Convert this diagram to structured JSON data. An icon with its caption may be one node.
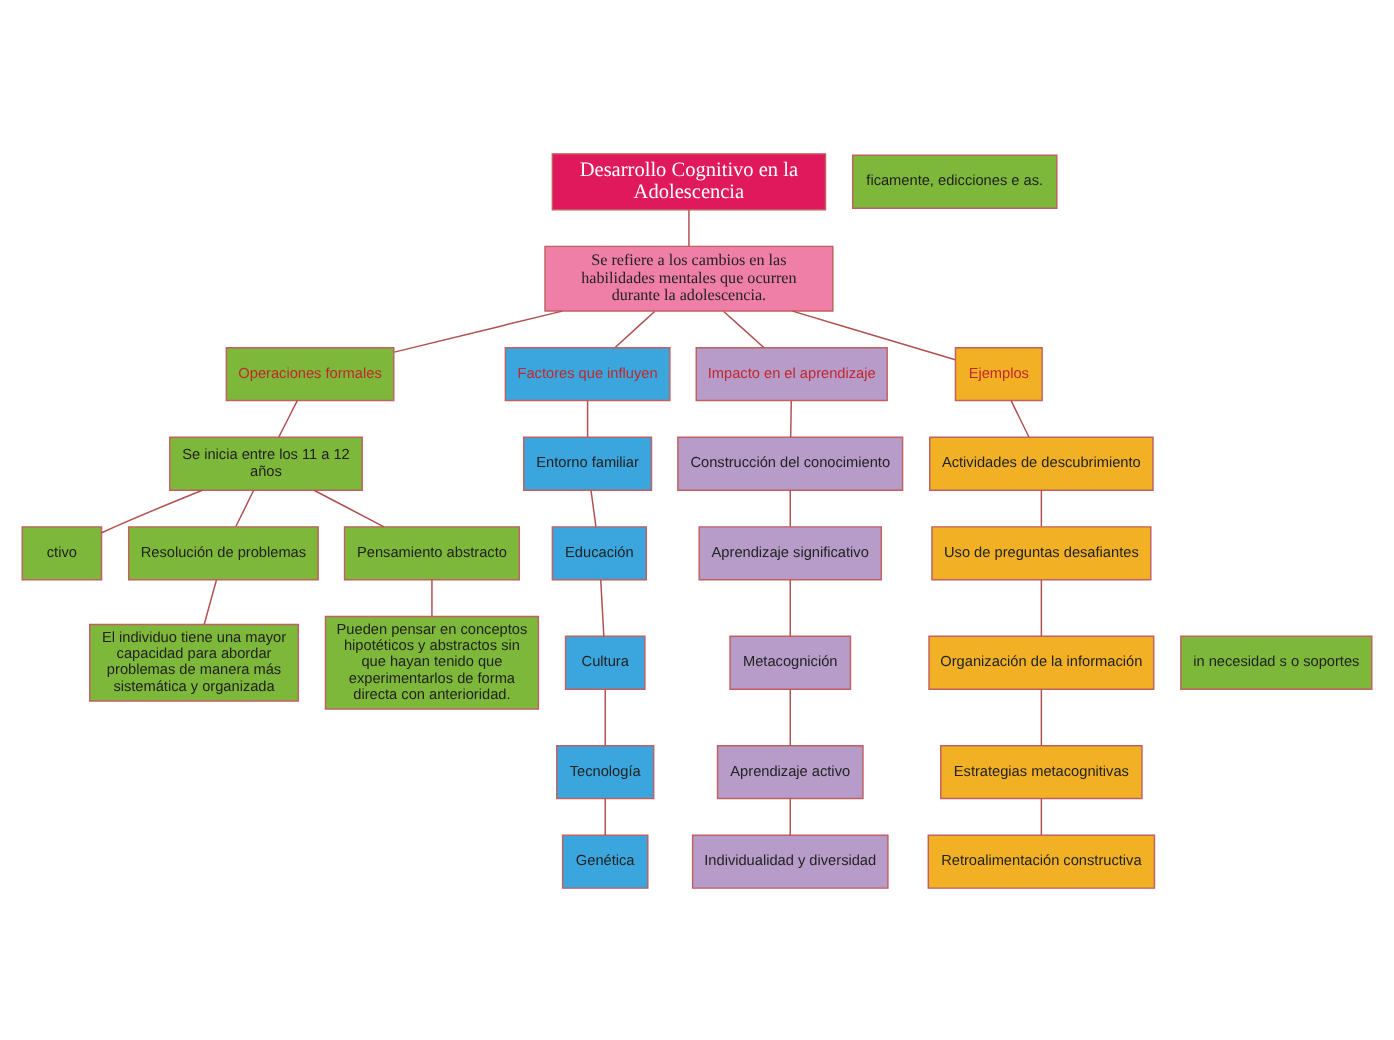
{
  "diagram": {
    "nodes": [
      {
        "text": [
          "Desarrollo Cognitivo en la Adolescencia"
        ]
      },
      {
        "text": [
          "Se refiere a los cambios en las habilidades mentales que ocurren durante la adolescencia."
        ]
      },
      {
        "text": [
          "Operaciones formales"
        ]
      },
      {
        "text": [
          "Se inicia entre los 11 a 12 años"
        ]
      },
      {
        "text": [
          "ctivo"
        ]
      },
      {
        "text": [
          "Resolución de problemas"
        ]
      },
      {
        "text": [
          "Pensamiento abstracto"
        ]
      },
      {
        "text": [
          "in necesidad s o soportes"
        ]
      },
      {
        "text": [
          "ficamente, edicciones e as."
        ]
      },
      {
        "text": [
          "El individuo tiene una mayor capacidad para abordar problemas de manera más sistemática y organizada"
        ]
      },
      {
        "text": [
          "Pueden pensar en conceptos hipotéticos y abstractos sin que hayan tenido que experimentarlos de forma directa con anterioridad."
        ]
      },
      {
        "text": [
          "Factores que influyen"
        ]
      },
      {
        "text": [
          "Entorno familiar"
        ]
      },
      {
        "text": [
          "Educación"
        ]
      },
      {
        "text": [
          "Cultura"
        ]
      },
      {
        "text": [
          "Tecnología"
        ]
      },
      {
        "text": [
          "Genética"
        ]
      },
      {
        "text": [
          "Impacto en el aprendizaje"
        ]
      },
      {
        "text": [
          "Construcción del conocimiento"
        ]
      },
      {
        "text": [
          "Aprendizaje significativo"
        ]
      },
      {
        "text": [
          "Metacognición"
        ]
      },
      {
        "text": [
          "Aprendizaje activo"
        ]
      },
      {
        "text": [
          "Individualidad y diversidad"
        ]
      },
      {
        "text": [
          "Ejemplos"
        ]
      },
      {
        "text": [
          "Actividades de descubrimiento"
        ]
      },
      {
        "text": [
          "Uso de preguntas desafiantes"
        ]
      },
      {
        "text": [
          "Organización de la información"
        ]
      },
      {
        "text": [
          "Estrategias metacognitivas"
        ]
      },
      {
        "text": [
          "Retroalimentación constructiva"
        ]
      }
    ],
    "edges": [
      {
        "from": 0,
        "to": 1,
        "arrow": "none"
      },
      {
        "from": 1,
        "to": 2,
        "arrow": "none"
      },
      {
        "from": 1,
        "to": 11,
        "arrow": "none"
      },
      {
        "from": 1,
        "to": 17,
        "arrow": "none"
      },
      {
        "from": 1,
        "to": 23,
        "arrow": "none"
      },
      {
        "from": 2,
        "to": 3,
        "arrow": "none"
      },
      {
        "from": 3,
        "to": 4,
        "arrow": "none"
      },
      {
        "from": 3,
        "to": 5,
        "arrow": "none"
      },
      {
        "from": 3,
        "to": 6,
        "arrow": "none"
      },
      {
        "from": 5,
        "to": 9,
        "arrow": "none"
      },
      {
        "from": 6,
        "to": 10,
        "arrow": "none"
      },
      {
        "from": 11,
        "to": 12,
        "arrow": "none"
      },
      {
        "from": 12,
        "to": 13,
        "arrow": "none"
      },
      {
        "from": 13,
        "to": 14,
        "arrow": "none"
      },
      {
        "from": 14,
        "to": 15,
        "arrow": "none"
      },
      {
        "from": 15,
        "to": 16,
        "arrow": "none"
      },
      {
        "from": 17,
        "to": 18,
        "arrow": "none"
      },
      {
        "from": 18,
        "to": 19,
        "arrow": "none"
      },
      {
        "from": 19,
        "to": 20,
        "arrow": "none"
      },
      {
        "from": 20,
        "to": 21,
        "arrow": "none"
      },
      {
        "from": 21,
        "to": 22,
        "arrow": "none"
      },
      {
        "from": 23,
        "to": 24,
        "arrow": "none"
      },
      {
        "from": 24,
        "to": 25,
        "arrow": "none"
      },
      {
        "from": 25,
        "to": 26,
        "arrow": "none"
      },
      {
        "from": 26,
        "to": 27,
        "arrow": "none"
      },
      {
        "from": 27,
        "to": 28,
        "arrow": "none"
      }
    ]
  }
}
